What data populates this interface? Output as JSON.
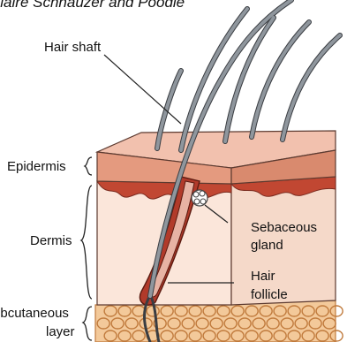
{
  "title": "Claire Schnauzer and Poodle",
  "labels": {
    "hair_shaft": "Hair shaft",
    "epidermis": "Epidermis",
    "dermis": "Dermis",
    "subcutaneous_line1": "Subcutaneous",
    "subcutaneous_line2": "layer",
    "sebaceous_line1": "Sebaceous",
    "sebaceous_line2": "gland",
    "follicle_line1": "Hair",
    "follicle_line2": "follicle"
  },
  "colors": {
    "epidermis_top": "#f2c1ae",
    "epidermis_band": "#e49a7f",
    "dermis_edge": "#c14732",
    "dermis_fill": "#fbe6da",
    "follicle_red": "#b13a2a",
    "hair": "#8f969d",
    "hair_outline": "#3a3d42",
    "fat": "#f3c99a",
    "fat_outline": "#c07a3c",
    "leader": "#222222"
  }
}
